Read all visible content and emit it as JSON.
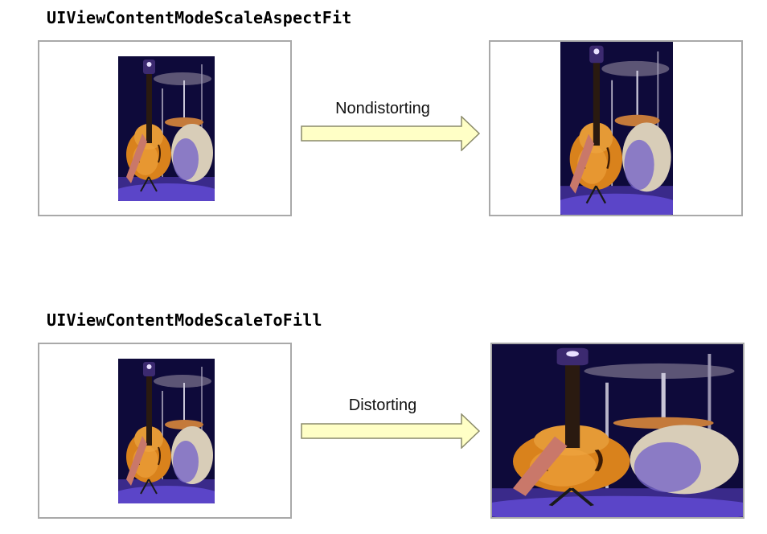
{
  "sections": [
    {
      "heading": "UIViewContentModeScaleAspectFit",
      "arrow_label": "Nondistorting"
    },
    {
      "heading": "UIViewContentModeScaleToFill",
      "arrow_label": "Distorting"
    }
  ],
  "colors": {
    "frame_border": "#a9a9a9",
    "arrow_fill": "#ffffc6",
    "arrow_stroke": "#8a8a6a",
    "photo_background": "#0e0a3a",
    "guitar_body": "#d9821c",
    "drum": "#d8cdb8",
    "floor": "#5b45c8"
  },
  "icons": {
    "photo": "guitar-stage-photo",
    "arrow": "right-arrow-icon"
  }
}
